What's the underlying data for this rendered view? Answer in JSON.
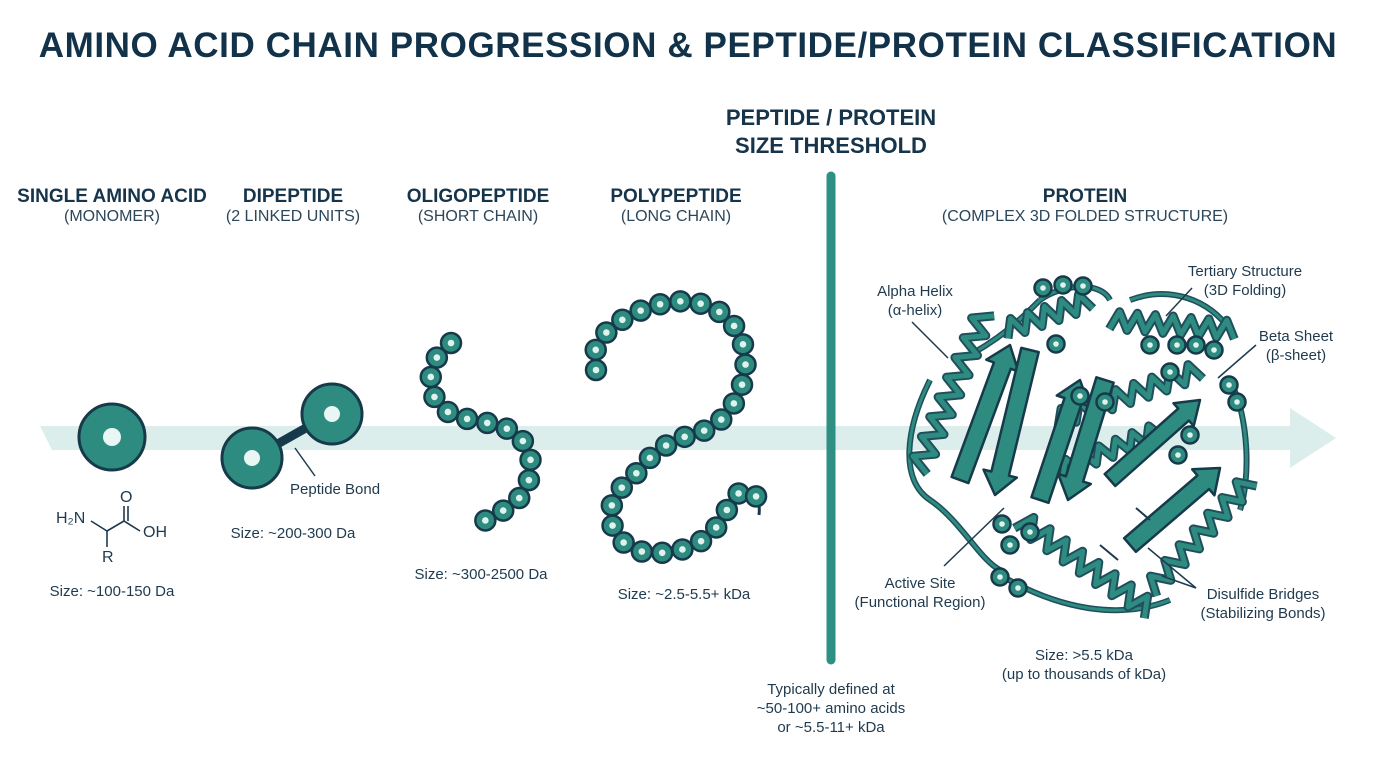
{
  "title": "AMINO ACID CHAIN PROGRESSION & PEPTIDE/PROTEIN CLASSIFICATION",
  "colors": {
    "teal": "#2e8b80",
    "teal_dark": "#1f4f5c",
    "outline": "#173a4a",
    "arrow": "#dceeeb",
    "divider": "#2e8f83"
  },
  "threshold": {
    "line1": "PEPTIDE / PROTEIN",
    "line2": "SIZE THRESHOLD",
    "note1": "Typically defined at",
    "note2": "~50-100+ amino acids",
    "note3": "or ~5.5-11+ kDa"
  },
  "stages": [
    {
      "name": "SINGLE AMINO ACID",
      "sub": "(MONOMER)",
      "size": "Size: ~100-150 Da"
    },
    {
      "name": "DIPEPTIDE",
      "sub": "(2 LINKED UNITS)",
      "size": "Size: ~200-300 Da"
    },
    {
      "name": "OLIGOPEPTIDE",
      "sub": "(SHORT CHAIN)",
      "size": "Size: ~300-2500 Da"
    },
    {
      "name": "POLYPEPTIDE",
      "sub": "(LONG CHAIN)",
      "size": "Size: ~2.5-5.5+ kDa"
    },
    {
      "name": "PROTEIN",
      "sub": "(COMPLEX 3D FOLDED STRUCTURE)",
      "size": "Size: >5.5 kDa",
      "size2": "(up to thousands of kDa)"
    }
  ],
  "formula": {
    "amine": "H₂N",
    "oxygen": "O",
    "hydroxyl": "OH",
    "r_group": "R"
  },
  "peptide_bond": "Peptide Bond",
  "annotations": {
    "alpha_helix": "Alpha Helix",
    "alpha_helix_sub": "(α-helix)",
    "tertiary": "Tertiary Structure",
    "tertiary_sub": "(3D Folding)",
    "beta_sheet": "Beta Sheet",
    "beta_sheet_sub": "(β-sheet)",
    "active_site": "Active Site",
    "active_site_sub": "(Functional Region)",
    "disulfide": "Disulfide Bridges",
    "disulfide_sub": "(Stabilizing Bonds)"
  }
}
